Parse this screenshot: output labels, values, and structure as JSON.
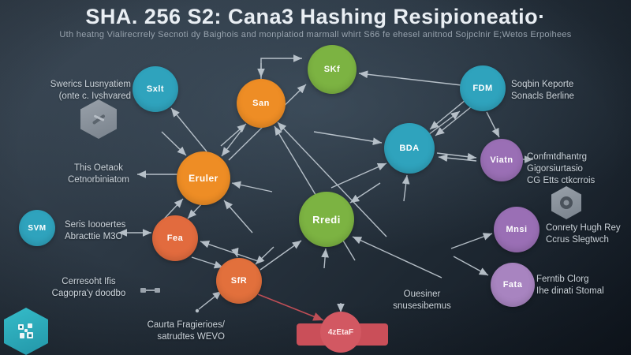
{
  "header": {
    "title": "SHA. 256 S2: Cana3 Hashing Resipioneatio·",
    "subtitle": "Uth heatng Vialirecrrely Secnoti dy Baighois and monplatiod marmall whirt S66 fe ehesel anitnod Sojpclnir E;Wetos Erpoihees"
  },
  "nodes": [
    {
      "id": "sxlt",
      "label": "Sxlt",
      "color": "#2fa3bd"
    },
    {
      "id": "skf",
      "label": "SKf",
      "color": "#7cb342"
    },
    {
      "id": "san",
      "label": "San",
      "color": "#ee8d25"
    },
    {
      "id": "fdm",
      "label": "FDM",
      "color": "#2fa3bd"
    },
    {
      "id": "bda",
      "label": "BDA",
      "color": "#2fa3bd"
    },
    {
      "id": "viatn",
      "label": "Viatn",
      "color": "#9a6fb5"
    },
    {
      "id": "eruler",
      "label": "Eruler",
      "color": "#ee8d25"
    },
    {
      "id": "rredi",
      "label": "Rredi",
      "color": "#7cb342"
    },
    {
      "id": "svm",
      "label": "SVM",
      "color": "#2fa3bd"
    },
    {
      "id": "fea",
      "label": "Fea",
      "color": "#e26b3e"
    },
    {
      "id": "mnsi",
      "label": "Mnsi",
      "color": "#9a6fb5"
    },
    {
      "id": "fata",
      "label": "Fata",
      "color": "#a884c0"
    },
    {
      "id": "sfr",
      "label": "SfR",
      "color": "#e2703c"
    }
  ],
  "labels": [
    {
      "id": "swerics",
      "lines": [
        "Swerics Lusnyatiem",
        "(onte c. Ivshvared"
      ]
    },
    {
      "id": "soqbin",
      "lines": [
        "Soqbin Keporte",
        "Sonacls Berline"
      ]
    },
    {
      "id": "oetaok",
      "lines": [
        "This Oetaok",
        "Cetnorbiniatom"
      ]
    },
    {
      "id": "confmtd",
      "lines": [
        "Confmtdhantrg",
        "Gigorsiurtasio",
        "CG Etts ctkcrrois"
      ]
    },
    {
      "id": "seris",
      "lines": [
        "Seris Ioooertes",
        "Abracttie M3O"
      ]
    },
    {
      "id": "conrety",
      "lines": [
        "Conrety Hugh Rey",
        "Ccrus Slegtwch"
      ]
    },
    {
      "id": "cerresoht",
      "lines": [
        "Cerresoht Ifis",
        "Cagopra'y doodbo"
      ]
    },
    {
      "id": "caurta",
      "lines": [
        "Caurta Fragierioes/",
        "satrudtes WEVO"
      ]
    },
    {
      "id": "ouesiner",
      "lines": [
        "Ouesiner",
        "snusesibemus"
      ]
    },
    {
      "id": "ferntib",
      "lines": [
        "Ferntib Clorg",
        "Ihe dinati Stomal"
      ]
    }
  ],
  "badge": {
    "label": "4zEtaF",
    "rect_color": "#ca4f59",
    "circle_color": "#d25862"
  },
  "icons": [
    {
      "name": "wrench-hexagon-icon",
      "color": "#8a929b"
    },
    {
      "name": "chip-hexagon-icon",
      "color": "#8a929b"
    },
    {
      "name": "circuit-hexagon-icon",
      "color": "#2aa9b9"
    },
    {
      "name": "link-dumbbell-icon",
      "color": "#9aa3ac"
    }
  ],
  "palette": {
    "background_top": "#3a4754",
    "background_bottom": "#121922",
    "arrow": "#c9d2da",
    "arrow_red": "#c85058",
    "text": "#ccd4db",
    "title": "#e9eef3"
  }
}
